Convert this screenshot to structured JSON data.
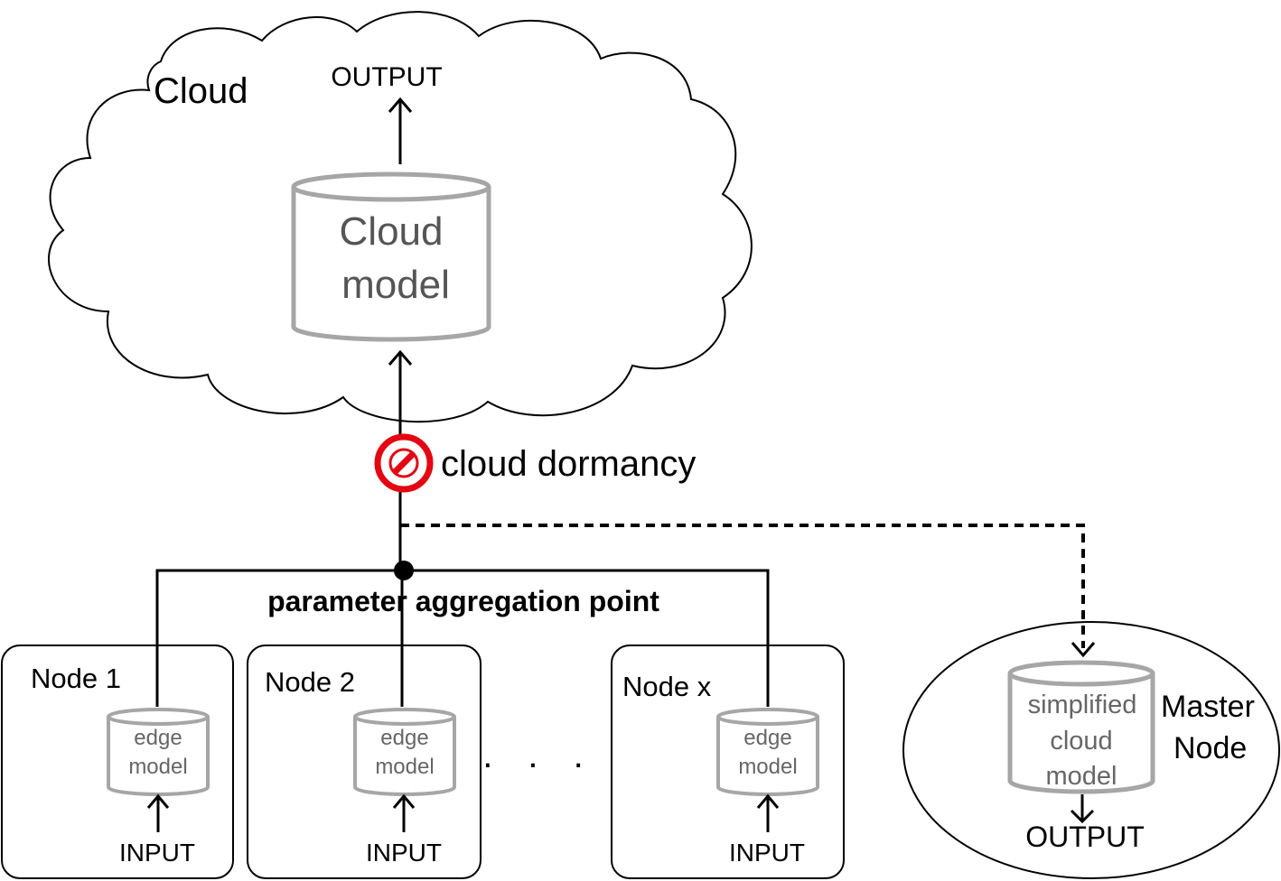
{
  "cloud": {
    "label": "Cloud",
    "output_label": "OUTPUT",
    "model_line1": "Cloud",
    "model_line2": "model"
  },
  "dormancy": {
    "label": "cloud dormancy",
    "icon": "prohibited-icon",
    "color": "#e30613"
  },
  "aggregation": {
    "label": "parameter aggregation point"
  },
  "nodes": [
    {
      "label": "Node 1",
      "model_line1": "edge",
      "model_line2": "model",
      "input_label": "INPUT"
    },
    {
      "label": "Node 2",
      "model_line1": "edge",
      "model_line2": "model",
      "input_label": "INPUT"
    },
    {
      "label": "Node x",
      "model_line1": "edge",
      "model_line2": "model",
      "input_label": "INPUT"
    }
  ],
  "ellipsis": ". . .",
  "master": {
    "label_line1": "Master",
    "label_line2": "Node",
    "model_line1": "simplified",
    "model_line2": "cloud",
    "model_line3": "model",
    "output_label": "OUTPUT"
  },
  "colors": {
    "line": "#000000",
    "model_outline": "#a6a6a6",
    "model_text": "#595959"
  }
}
